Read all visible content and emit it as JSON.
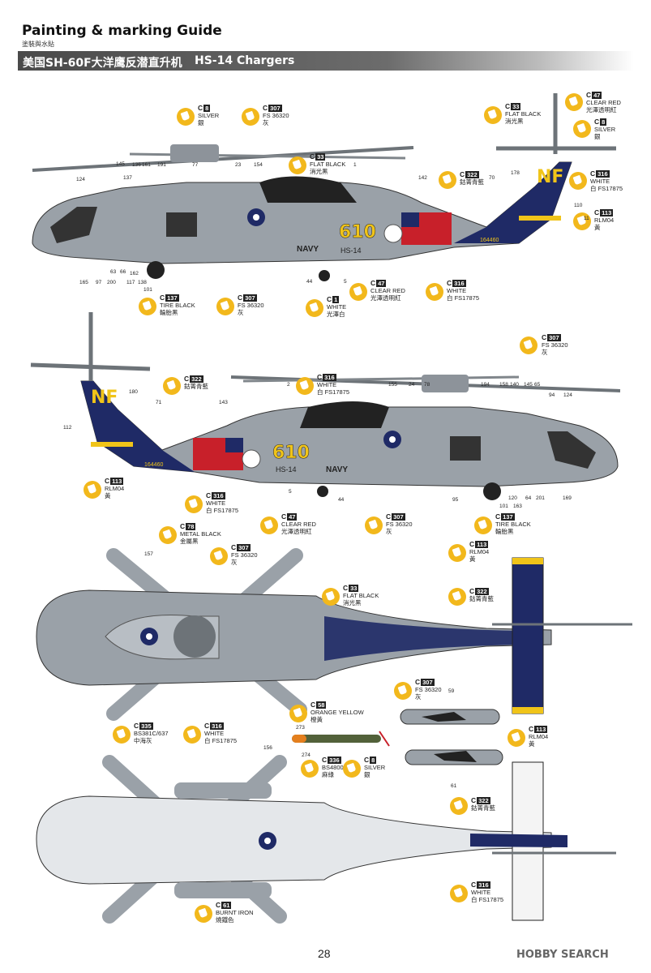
{
  "header": {
    "title": "Painting & marking Guide",
    "subtitle_cn": "塗裝與水貼",
    "banner_cn": "美国SH-60F大洋鹰反潜直升机",
    "banner_en": "HS-14 Chargers"
  },
  "markings": {
    "modex": "610",
    "squadron": "HS-14",
    "service": "NAVY",
    "tail_code": "NF",
    "bureau_number": "164460"
  },
  "side_view_1": {
    "callouts": [
      {
        "code": "C",
        "num": "8",
        "lines": [
          "SILVER",
          "銀"
        ]
      },
      {
        "code": "C",
        "num": "307",
        "lines": [
          "FS 36320",
          "灰"
        ]
      },
      {
        "code": "C",
        "num": "33",
        "lines": [
          "FLAT BLACK",
          "消光黑"
        ]
      },
      {
        "code": "C",
        "num": "322",
        "lines": [
          "鈷菁青藍"
        ]
      },
      {
        "code": "C",
        "num": "33",
        "lines": [
          "FLAT BLACK",
          "消光黑"
        ]
      },
      {
        "code": "C",
        "num": "47",
        "lines": [
          "CLEAR RED",
          "光澤透明紅"
        ]
      },
      {
        "code": "C",
        "num": "8",
        "lines": [
          "SILVER",
          "銀"
        ]
      },
      {
        "code": "C",
        "num": "316",
        "lines": [
          "WHITE",
          "白 FS17875"
        ]
      },
      {
        "code": "C",
        "num": "113",
        "lines": [
          "RLM04",
          "黃"
        ]
      },
      {
        "code": "C",
        "num": "137",
        "lines": [
          "TIRE BLACK",
          "輪胎黑"
        ]
      },
      {
        "code": "C",
        "num": "307",
        "lines": [
          "FS 36320",
          "灰"
        ]
      },
      {
        "code": "C",
        "num": "1",
        "lines": [
          "WHITE",
          "光澤白"
        ]
      },
      {
        "code": "C",
        "num": "47",
        "lines": [
          "CLEAR RED",
          "光澤透明紅"
        ]
      },
      {
        "code": "C",
        "num": "316",
        "lines": [
          "WHITE",
          "白 FS17875"
        ]
      }
    ],
    "decal_numbers": [
      "145",
      "137",
      "136",
      "161",
      "191",
      "77",
      "23",
      "154",
      "1",
      "124",
      "142",
      "70",
      "178",
      "110",
      "11",
      "165",
      "97",
      "200",
      "63",
      "66",
      "162",
      "117",
      "138",
      "101",
      "44",
      "5"
    ]
  },
  "side_view_2": {
    "callouts": [
      {
        "code": "C",
        "num": "307",
        "lines": [
          "FS 36320",
          "灰"
        ]
      },
      {
        "code": "C",
        "num": "322",
        "lines": [
          "鈷菁青藍"
        ]
      },
      {
        "code": "C",
        "num": "316",
        "lines": [
          "WHITE",
          "白 FS17875"
        ]
      },
      {
        "code": "C",
        "num": "113",
        "lines": [
          "RLM04",
          "黃"
        ]
      },
      {
        "code": "C",
        "num": "316",
        "lines": [
          "WHITE",
          "白 FS17875"
        ]
      },
      {
        "code": "C",
        "num": "47",
        "lines": [
          "CLEAR RED",
          "光澤透明紅"
        ]
      },
      {
        "code": "C",
        "num": "307",
        "lines": [
          "FS 36320",
          "灰"
        ]
      },
      {
        "code": "C",
        "num": "137",
        "lines": [
          "TIRE BLACK",
          "輪胎黑"
        ]
      }
    ],
    "decal_numbers": [
      "180",
      "71",
      "112",
      "143",
      "2",
      "155",
      "24",
      "78",
      "194",
      "158",
      "140",
      "145",
      "65",
      "94",
      "124",
      "5",
      "44",
      "95",
      "101",
      "120",
      "163",
      "64",
      "201",
      "169"
    ]
  },
  "top_view": {
    "callouts": [
      {
        "code": "C",
        "num": "78",
        "lines": [
          "METAL BLACK",
          "金屬黑"
        ]
      },
      {
        "code": "C",
        "num": "307",
        "lines": [
          "FS 36320",
          "灰"
        ]
      },
      {
        "code": "C",
        "num": "33",
        "lines": [
          "FLAT BLACK",
          "消光黑"
        ]
      },
      {
        "code": "C",
        "num": "113",
        "lines": [
          "RLM04",
          "黃"
        ]
      },
      {
        "code": "C",
        "num": "322",
        "lines": [
          "鈷菁青藍"
        ]
      },
      {
        "code": "C",
        "num": "335",
        "lines": [
          "BS381C/637",
          "中海灰"
        ]
      },
      {
        "code": "C",
        "num": "316",
        "lines": [
          "WHITE",
          "白 FS17875"
        ]
      }
    ],
    "decal_numbers": [
      "157"
    ]
  },
  "details": {
    "callouts": [
      {
        "code": "C",
        "num": "307",
        "lines": [
          "FS 36320",
          "灰"
        ]
      },
      {
        "code": "C",
        "num": "58",
        "lines": [
          "ORANGE YELLOW",
          "橙黃"
        ]
      },
      {
        "code": "C",
        "num": "336",
        "lines": [
          "BS4800",
          "麻綠"
        ]
      },
      {
        "code": "C",
        "num": "8",
        "lines": [
          "SILVER",
          "銀"
        ]
      },
      {
        "code": "C",
        "num": "113",
        "lines": [
          "RLM04",
          "黃"
        ]
      }
    ],
    "decal_numbers": [
      "59",
      "273",
      "274",
      "61"
    ]
  },
  "bottom_view": {
    "callouts": [
      {
        "code": "C",
        "num": "322",
        "lines": [
          "鈷菁青藍"
        ]
      },
      {
        "code": "C",
        "num": "316",
        "lines": [
          "WHITE",
          "白 FS17875"
        ]
      },
      {
        "code": "C",
        "num": "61",
        "lines": [
          "BURNT IRON",
          "燒鐵色"
        ]
      }
    ],
    "decal_numbers": [
      "156"
    ]
  },
  "footer": {
    "page_number": "28",
    "watermark": "HOBBY SEARCH"
  },
  "colors": {
    "gray": "#9aa1a8",
    "navy": "#1f2a66",
    "yellow": "#f0c419",
    "bucket": "#f2b81c",
    "red": "#c8202a"
  }
}
